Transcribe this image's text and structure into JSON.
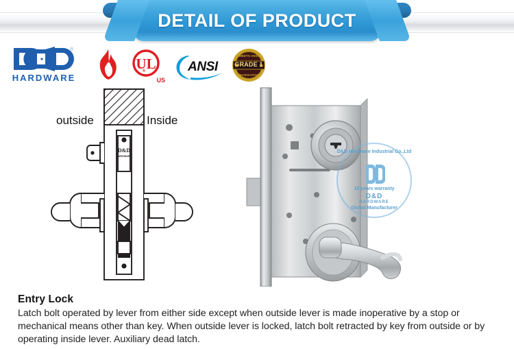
{
  "banner": {
    "title": "DETAIL OF PRODUCT",
    "ribbon_color": "#2f98d6",
    "bar_color": "#e3e5e8"
  },
  "brand": {
    "logo_icon": "dd-hardware-logo-icon",
    "logo_text": "HARDWARE",
    "logo_color": "#1f5fae",
    "registered_mark": "®"
  },
  "certifications": [
    {
      "id": "fire-rated",
      "icon": "flame-icon",
      "label": "",
      "color": "#e02020"
    },
    {
      "id": "ul-listed",
      "icon": "ul-badge-icon",
      "label": "UL",
      "sub_label": "US",
      "color": "#e11b22"
    },
    {
      "id": "ansi",
      "icon": "ansi-logo-icon",
      "label": "ANSI",
      "color": "#0a9ddb"
    },
    {
      "id": "grade-1",
      "icon": "grade-1-badge-icon",
      "label": "GRADE 1",
      "color": "#c9a227"
    }
  ],
  "diagram": {
    "outside_label": "outside",
    "inside_label": "Inside",
    "faceplate_brand": "D&D",
    "faceplate_sub": "HARDWARE"
  },
  "photo": {
    "alt": "stainless-steel-mortise-lock-with-lever-handle",
    "watermark": {
      "top_text": "D&D Hardware Industrial Co.,Ltd",
      "mid_text": "18 years warranty",
      "bottom_text": "Global Manufacturer",
      "brand": "D&D",
      "brand_sub": "HARDWARE",
      "color": "#78b4dc"
    }
  },
  "description": {
    "heading": "Entry Lock",
    "body": "Latch bolt operated by lever from either side except when outside lever is made inoperative by a stop or mechanical means other than key. When outside lever is locked, latch bolt retracted by key from outside or by operating inside lever. Auxiliary dead latch."
  }
}
